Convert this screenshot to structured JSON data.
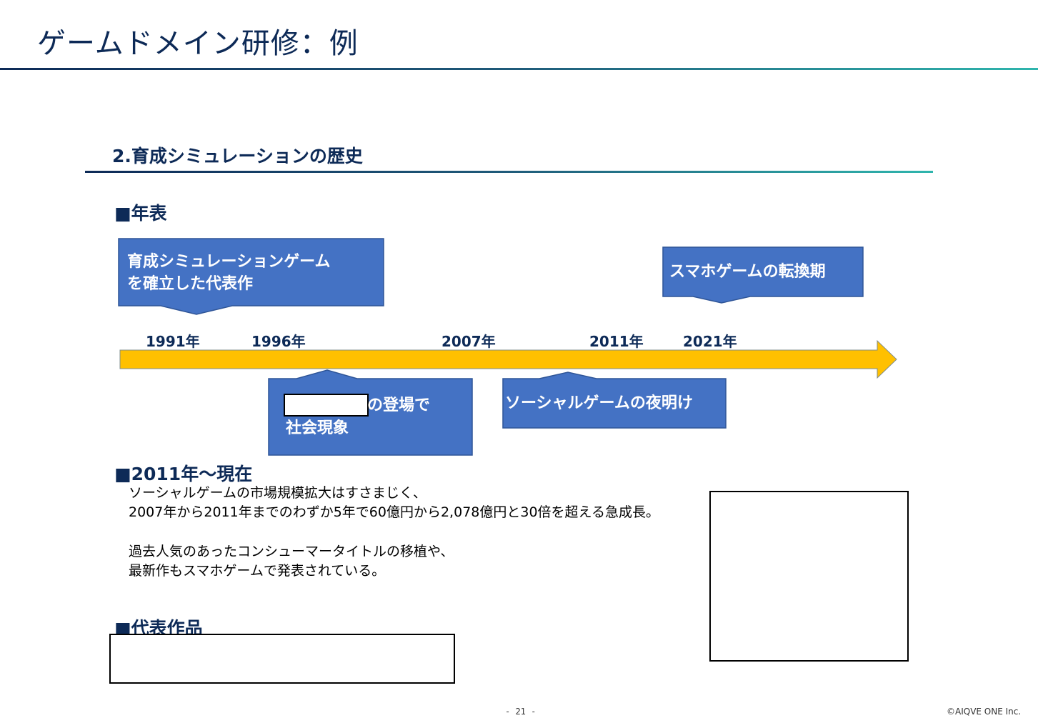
{
  "header": {
    "title": "ゲームドメイン研修：例"
  },
  "section": {
    "title": "2.育成シミュレーションの歴史"
  },
  "timeline": {
    "heading": "■年表",
    "years": [
      "1991年",
      "1996年",
      "2007年",
      "2011年",
      "2021年"
    ],
    "callouts": {
      "top_left": [
        "育成シミュレーションゲーム",
        "を確立した代表作"
      ],
      "top_right": [
        "スマホゲームの転換期"
      ],
      "bottom_left": [
        "の登場で",
        "社会現象"
      ],
      "bottom_right": [
        "ソーシャルゲームの夜明け"
      ]
    },
    "colors": {
      "arrow": "#ffc000",
      "callout": "#4472c4",
      "callout_border": "#2f5597"
    }
  },
  "current": {
    "heading": "■2011年～現在",
    "lines": [
      "ソーシャルゲームの市場規模拡大はすさまじく、",
      "2007年から2011年までのわずか5年で60億円から2,078億円と30倍を超える急成長。",
      "過去人気のあったコンシューマータイトルの移植や、",
      " 最新作もスマホゲームで発表されている。"
    ]
  },
  "works": {
    "heading": "■代表作品"
  },
  "footer": {
    "page": "- 21 -",
    "copyright": "©AIQVE ONE Inc."
  }
}
